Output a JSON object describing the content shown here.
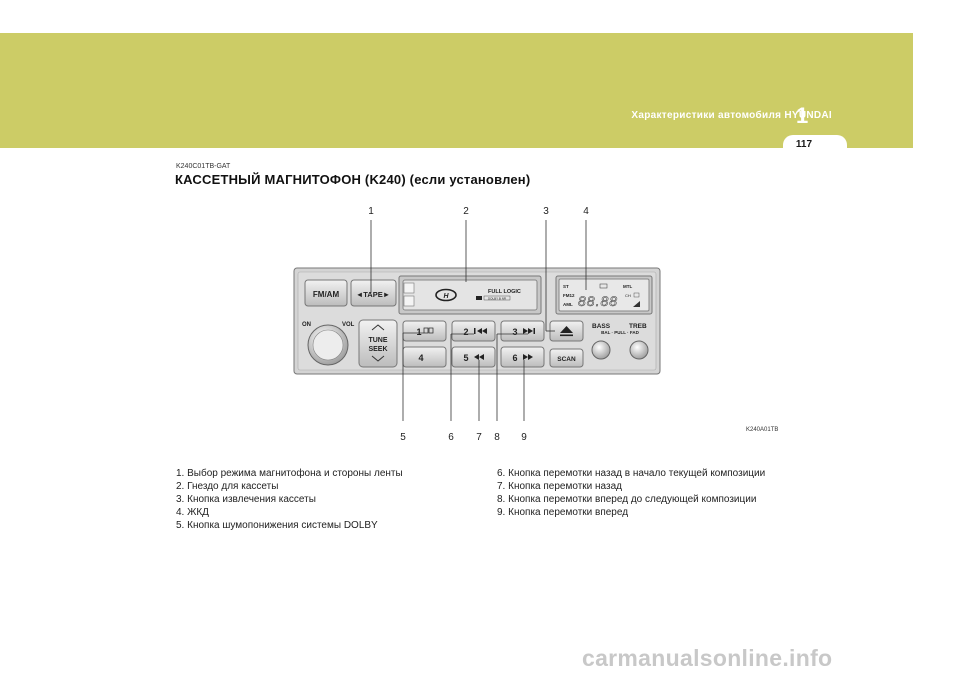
{
  "header": {
    "title": "Характеристики автомобиля HYUNDAI",
    "chapter": "1",
    "page": "117"
  },
  "section": {
    "code": "K240C01TB-GAT",
    "title": "КАССЕТНЫЙ МАГНИТОФОН (K240) (если установлен)"
  },
  "figure": {
    "code": "K240A01TB",
    "callouts_top": [
      "1",
      "2",
      "3",
      "4"
    ],
    "callouts_bottom": [
      "5",
      "6",
      "7",
      "8",
      "9"
    ],
    "radio": {
      "fm_am": "FM/AM",
      "tape": "◄TAPE►",
      "on": "ON",
      "vol": "VOL",
      "tune": "TUNE",
      "seek": "SEEK",
      "full_logic": "FULL LOGIC",
      "dolby": "DOLBY B NR",
      "preset1": "1",
      "preset2": "2",
      "preset3": "3",
      "preset4": "4",
      "preset5": "5",
      "preset6": "6",
      "scan": "SCAN",
      "bass": "BASS",
      "treb": "TREB",
      "bal_pull_fad": "BAL · PULL · FAD",
      "st": "ST",
      "mtl": "MTL",
      "fm12": "FM12",
      "aml": "AML",
      "display_digits": "88.88"
    }
  },
  "legend_left": [
    "1. Выбор режима магнитофона и стороны ленты",
    "2. Гнездо для кассеты",
    "3. Кнопка извлечения кассеты",
    "4. ЖКД",
    "5. Кнопка шумопонижения системы DOLBY"
  ],
  "legend_right": [
    "6. Кнопка перемотки назад в начало текущей композиции",
    "7. Кнопка перемотки назад",
    "8. Кнопка перемотки вперед до следующей композиции",
    "9. Кнопка перемотки вперед"
  ],
  "watermark": "carmanualsonline.info"
}
